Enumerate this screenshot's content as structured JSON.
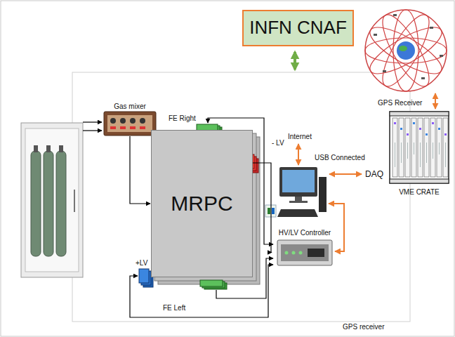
{
  "diagram": {
    "nodes": [
      {
        "text": [
          "INFN CNAF"
        ]
      },
      {
        "text": [
          "Gas mixer"
        ]
      },
      {
        "text": [
          "MRPC"
        ]
      },
      {
        "text": [
          "HV/LV Controller"
        ]
      },
      {
        "text": [
          "VME CRATE"
        ]
      }
    ],
    "edges": [
      {
        "from": 1,
        "to": 2,
        "arrow": "to"
      },
      {
        "from": 2,
        "to": 3,
        "arrow": "to"
      }
    ],
    "labels": [
      "FE Right",
      "- LV",
      "Internet",
      "USB Connected",
      "DAQ",
      "GPS Receiver",
      "+LV",
      "FE Left",
      "GPS receiver"
    ]
  }
}
